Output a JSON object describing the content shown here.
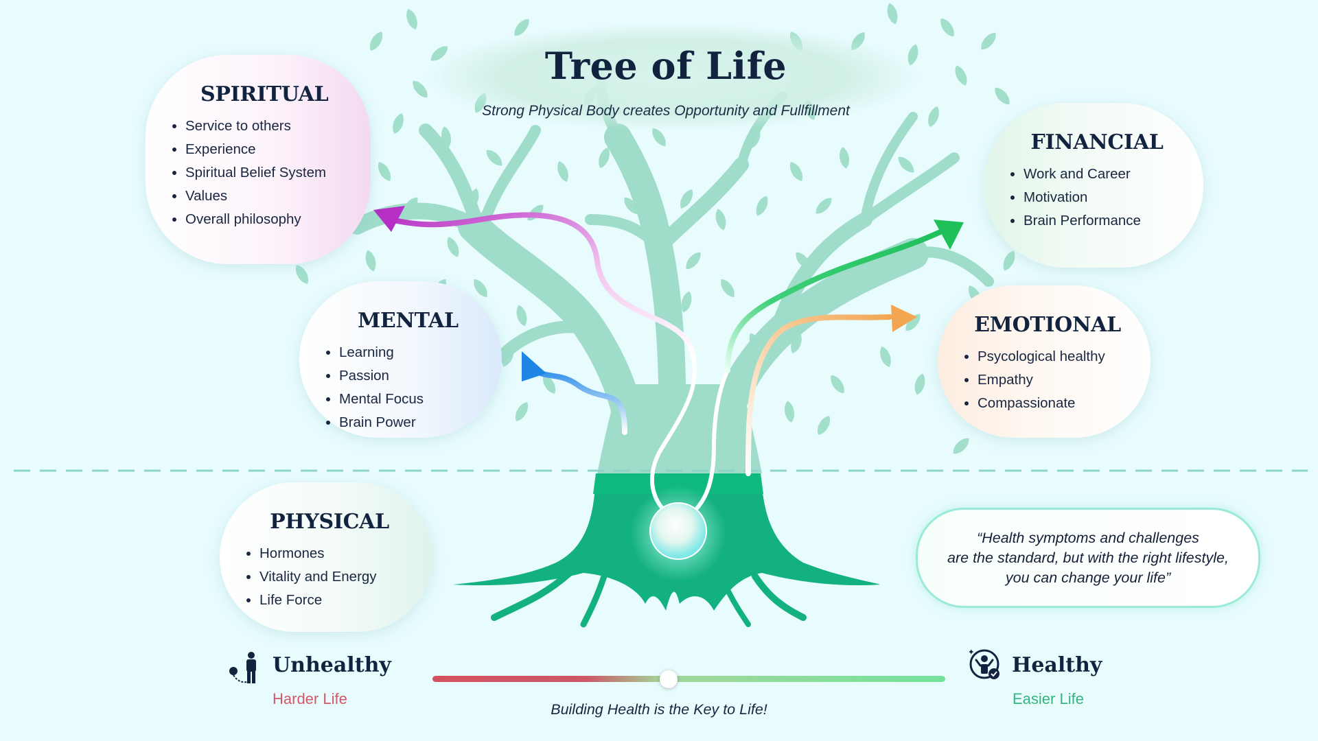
{
  "header": {
    "title": "Tree of Life",
    "subtitle": "Strong Physical Body creates Opportunity and Fullfillment"
  },
  "categories": {
    "spiritual": {
      "title": "SPIRITUAL",
      "items": [
        "Service to others",
        "Experience",
        "Spiritual Belief System",
        "Values",
        "Overall philosophy"
      ],
      "color": "#b62ec4"
    },
    "mental": {
      "title": "MENTAL",
      "items": [
        "Learning",
        "Passion",
        "Mental Focus",
        "Brain Power"
      ],
      "color": "#1f86e6"
    },
    "financial": {
      "title": "FINANCIAL",
      "items": [
        "Work and Career",
        "Motivation",
        "Brain Performance"
      ],
      "color": "#1fbf5a"
    },
    "emotional": {
      "title": "EMOTIONAL",
      "items": [
        "Psycological healthy",
        "Empathy",
        "Compassionate"
      ],
      "color": "#f2a652"
    },
    "physical": {
      "title": "PHYSICAL",
      "items": [
        "Hormones",
        "Vitality and Energy",
        "Life Force"
      ],
      "color": "#13b080"
    }
  },
  "quote": {
    "lines": [
      "“Health symptoms and challenges",
      "are the standard, but with the right lifestyle,",
      "you can change your life”"
    ]
  },
  "scale": {
    "left_label": "Unhealthy",
    "left_sub": "Harder Life",
    "right_label": "Healthy",
    "right_sub": "Easier Life",
    "caption": "Building Health is the Key to Life!",
    "left_icon": "chained-person-icon",
    "right_icon": "thriving-person-icon",
    "left_color": "#d4525f",
    "right_color": "#74e29c",
    "level": 0.46
  },
  "colors": {
    "background": "#e8fbfd",
    "tree": "#9fdcc9",
    "trunk_base": "#13b080",
    "text": "#12233f"
  }
}
